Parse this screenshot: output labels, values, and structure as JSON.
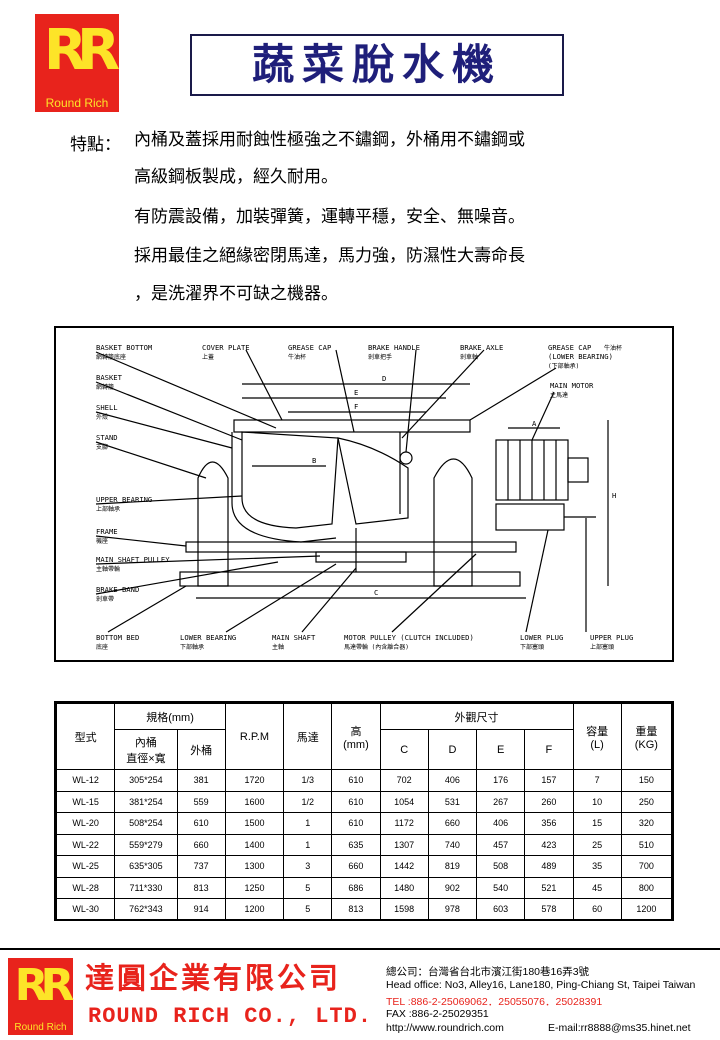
{
  "brand": {
    "logo_mark": "RR",
    "logo_label": "Round Rich"
  },
  "title": "蔬菜脫水機",
  "features": {
    "label": "特點：",
    "lines": [
      "內桶及蓋採用耐蝕性極強之不鏽鋼，外桶用不鏽鋼或",
      "高級鋼板製成，經久耐用。",
      "有防震設備，加裝彈簧，運轉平穩，安全、無噪音。",
      "採用最佳之絕緣密閉馬達，馬力強，防濕性大壽命長",
      "，是洗濯界不可缺之機器。"
    ]
  },
  "diagram": {
    "labels": {
      "basket_bottom": "BASKET BOTTOM",
      "basket_bottom_zh": "網轉籠底座",
      "basket": "BASKET",
      "basket_zh": "網轉籠",
      "shell": "SHELL",
      "shell_zh": "外殼",
      "stand": "STAND",
      "stand_zh": "支腳",
      "upper_bearing": "UPPER BEARING",
      "upper_bearing_zh": "上部軸承",
      "frame": "FRAME",
      "frame_zh": "機座",
      "main_shaft_pulley": "MAIN SHAFT PULLEY",
      "main_shaft_pulley_zh": "主軸帶輪",
      "brake_band": "BRAKE BAND",
      "brake_band_zh": "剎車帶",
      "bottom_bed": "BOTTOM BED",
      "bottom_bed_zh": "底座",
      "lower_bearing": "LOWER BEARING",
      "lower_bearing_zh": "下部軸承",
      "main_shaft": "MAIN SHAFT",
      "main_shaft_zh": "主軸",
      "motor_pulley": "MOTOR PULLEY (CLUTCH INCLUDED)",
      "motor_pulley_zh": "馬達帶輪   (內含離合器)",
      "lower_plug": "LOWER PLUG",
      "lower_plug_zh": "下部塞頭",
      "upper_plug": "UPPER PLUG",
      "upper_plug_zh": "上部塞頭",
      "cover_plate": "COVER PLATE",
      "cover_plate_zh": "上蓋",
      "grease_cap": "GREASE CAP",
      "grease_cap_zh": "牛油杯",
      "brake_handle": "BRAKE HANDLE",
      "brake_handle_zh": "剎車把手",
      "brake_axle": "BRAKE AXLE",
      "brake_axle_zh": "剎車軸",
      "grease_cap_lower": "GREASE CAP",
      "grease_cap_lower_zh": "牛油杯",
      "grease_cap_lower_sub": "(LOWER BEARING)",
      "grease_cap_lower_sub_zh": "(下部軸承)",
      "main_motor": "MAIN MOTOR",
      "main_motor_zh": "主馬達",
      "dim_a": "A",
      "dim_b": "B",
      "dim_c": "C",
      "dim_d": "D",
      "dim_e": "E",
      "dim_f": "F",
      "dim_h": "H"
    }
  },
  "spec_table": {
    "headers": {
      "model": "型式",
      "spec": "規格(mm)",
      "inner": "內桶",
      "inner_sub": "直徑×寬",
      "outer": "外桶",
      "rpm": "R.P.M",
      "motor": "馬達",
      "height": "高",
      "height_unit": "(mm)",
      "dims": "外觀尺寸",
      "c": "C",
      "d": "D",
      "e": "E",
      "f": "F",
      "capacity": "容量",
      "capacity_unit": "(L)",
      "weight": "重量",
      "weight_unit": "(KG)"
    },
    "rows": [
      [
        "WL-12",
        "305*254",
        "381",
        "1720",
        "1/3",
        "610",
        "702",
        "406",
        "176",
        "157",
        "7",
        "150"
      ],
      [
        "WL-15",
        "381*254",
        "559",
        "1600",
        "1/2",
        "610",
        "1054",
        "531",
        "267",
        "260",
        "10",
        "250"
      ],
      [
        "WL-20",
        "508*254",
        "610",
        "1500",
        "1",
        "610",
        "1172",
        "660",
        "406",
        "356",
        "15",
        "320"
      ],
      [
        "WL-22",
        "559*279",
        "660",
        "1400",
        "1",
        "635",
        "1307",
        "740",
        "457",
        "423",
        "25",
        "510"
      ],
      [
        "WL-25",
        "635*305",
        "737",
        "1300",
        "3",
        "660",
        "1442",
        "819",
        "508",
        "489",
        "35",
        "700"
      ],
      [
        "WL-28",
        "711*330",
        "813",
        "1250",
        "5",
        "686",
        "1480",
        "902",
        "540",
        "521",
        "45",
        "800"
      ],
      [
        "WL-30",
        "762*343",
        "914",
        "1200",
        "5",
        "813",
        "1598",
        "978",
        "603",
        "578",
        "60",
        "1200"
      ]
    ]
  },
  "footer": {
    "company_zh": "達圓企業有限公司",
    "company_en": "ROUND RICH CO., LTD.",
    "address_zh": "總公司：台灣省台北市濱江街180巷16弄3號",
    "address_en": "Head office: No3, Alley16, Lane180, Ping-Chiang St, Taipei Taiwan",
    "tel": "TEL :886-2-25069062．25055076．25028391",
    "fax": "FAX :886-2-25029351",
    "website": "http://www.roundrich.com",
    "email": "E-mail:rr8888@ms35.hinet.net"
  },
  "colors": {
    "brand_red": "#e8231c",
    "brand_yellow": "#fde428",
    "title_blue": "#1f1f7a"
  }
}
